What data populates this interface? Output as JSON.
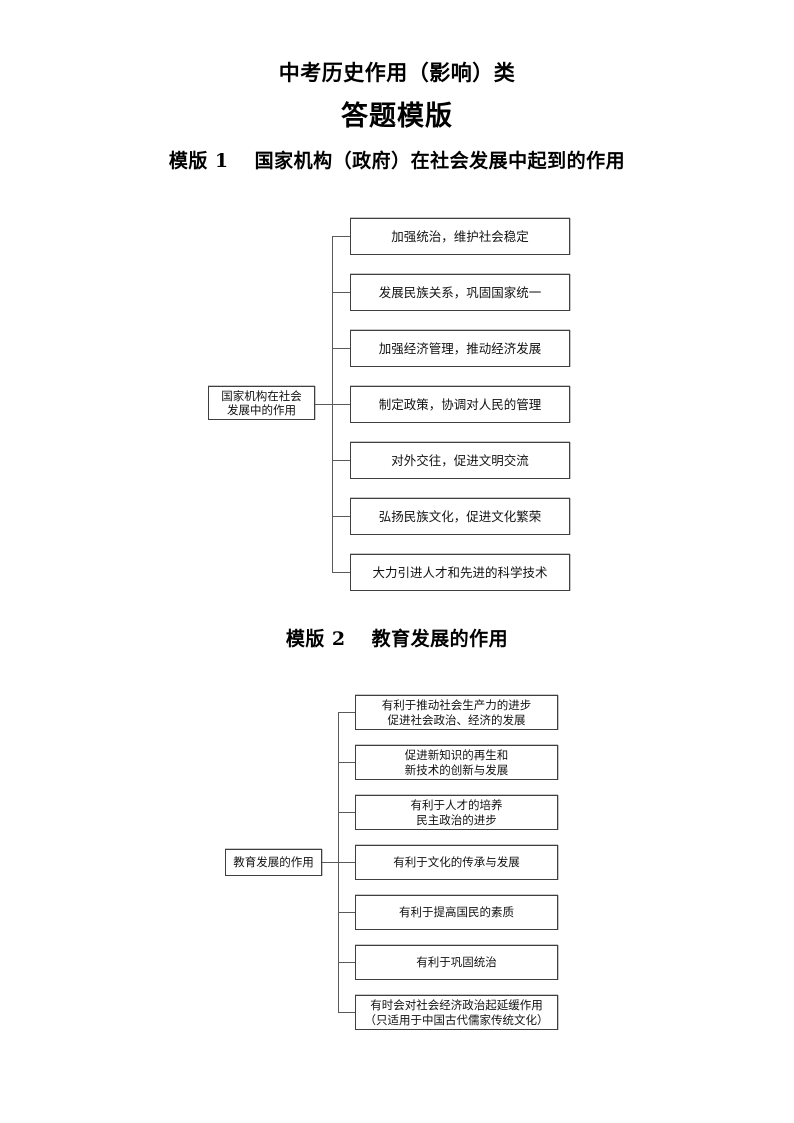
{
  "document": {
    "title": "中考历史作用（影响）类",
    "subtitle": "答题模版"
  },
  "sections": [
    {
      "label": "模版 1",
      "label_prefix": "模版 1",
      "heading": "国家机构（政府）在社会发展中起到的作用",
      "chart": {
        "root": [
          "国家机构在社会",
          "发展中的作用"
        ],
        "leaves": [
          [
            "加强统治，维护社会稳定"
          ],
          [
            "发展民族关系，巩固国家统一"
          ],
          [
            "加强经济管理，推动经济发展"
          ],
          [
            "制定政策，协调对人民的管理"
          ],
          [
            "对外交往，促进文明交流"
          ],
          [
            "弘扬民族文化，促进文化繁荣"
          ],
          [
            "大力引进人才和先进的科学技术"
          ]
        ]
      }
    },
    {
      "label": "模版 2",
      "label_prefix": "模版 2",
      "heading": "教育发展的作用",
      "chart": {
        "root": [
          "教育发展的作用"
        ],
        "leaves": [
          [
            "有利于推动社会生产力的进步",
            "促进社会政治、经济的发展"
          ],
          [
            "促进新知识的再生和",
            "新技术的创新与发展"
          ],
          [
            "有利于人才的培养",
            "民主政治的进步"
          ],
          [
            "有利于文化的传承与发展"
          ],
          [
            "有利于提高国民的素质"
          ],
          [
            "有利于巩固统治"
          ],
          [
            "有时会对社会经济政治起延缓作用",
            "（只适用于中国古代儒家传统文化）"
          ]
        ]
      }
    }
  ],
  "colors": {
    "page_background": "#ffffff",
    "text": "#000000",
    "box_border": "#3f3f3f",
    "box_shadow": "#c9c9c9",
    "connector": "#5a5a5a"
  }
}
